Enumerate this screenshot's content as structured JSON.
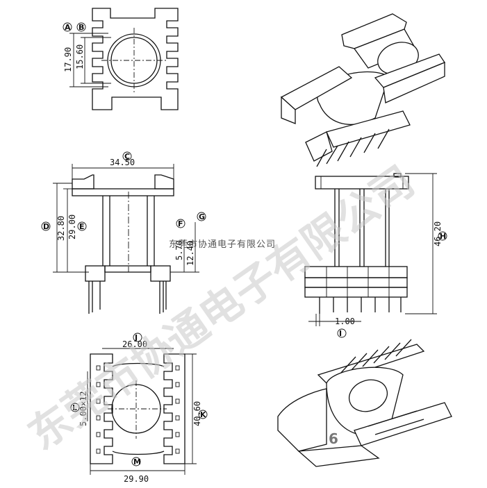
{
  "dimensions": {
    "d1790": "17.90",
    "d1560": "15.60",
    "d3450": "34.50",
    "d3280": "32.80",
    "d2900": "29.00",
    "d570": "5.70",
    "d1240": "12.40",
    "d4620": "46.20",
    "d100": "1.00",
    "d2600": "26.00",
    "d500x12": "5.00×12",
    "d4060": "40.60",
    "d2990": "29.90"
  },
  "refs": {
    "A": "A",
    "B": "B",
    "C": "C",
    "D": "D",
    "E": "E",
    "F": "F",
    "G": "G",
    "H": "H",
    "I": "I",
    "J": "J",
    "K": "K",
    "L": "L",
    "M": "M"
  },
  "watermark": {
    "diagonal": "东莞市协通电子有限公司",
    "line": "东莞市协通电子有限公司"
  },
  "page_number": "6"
}
